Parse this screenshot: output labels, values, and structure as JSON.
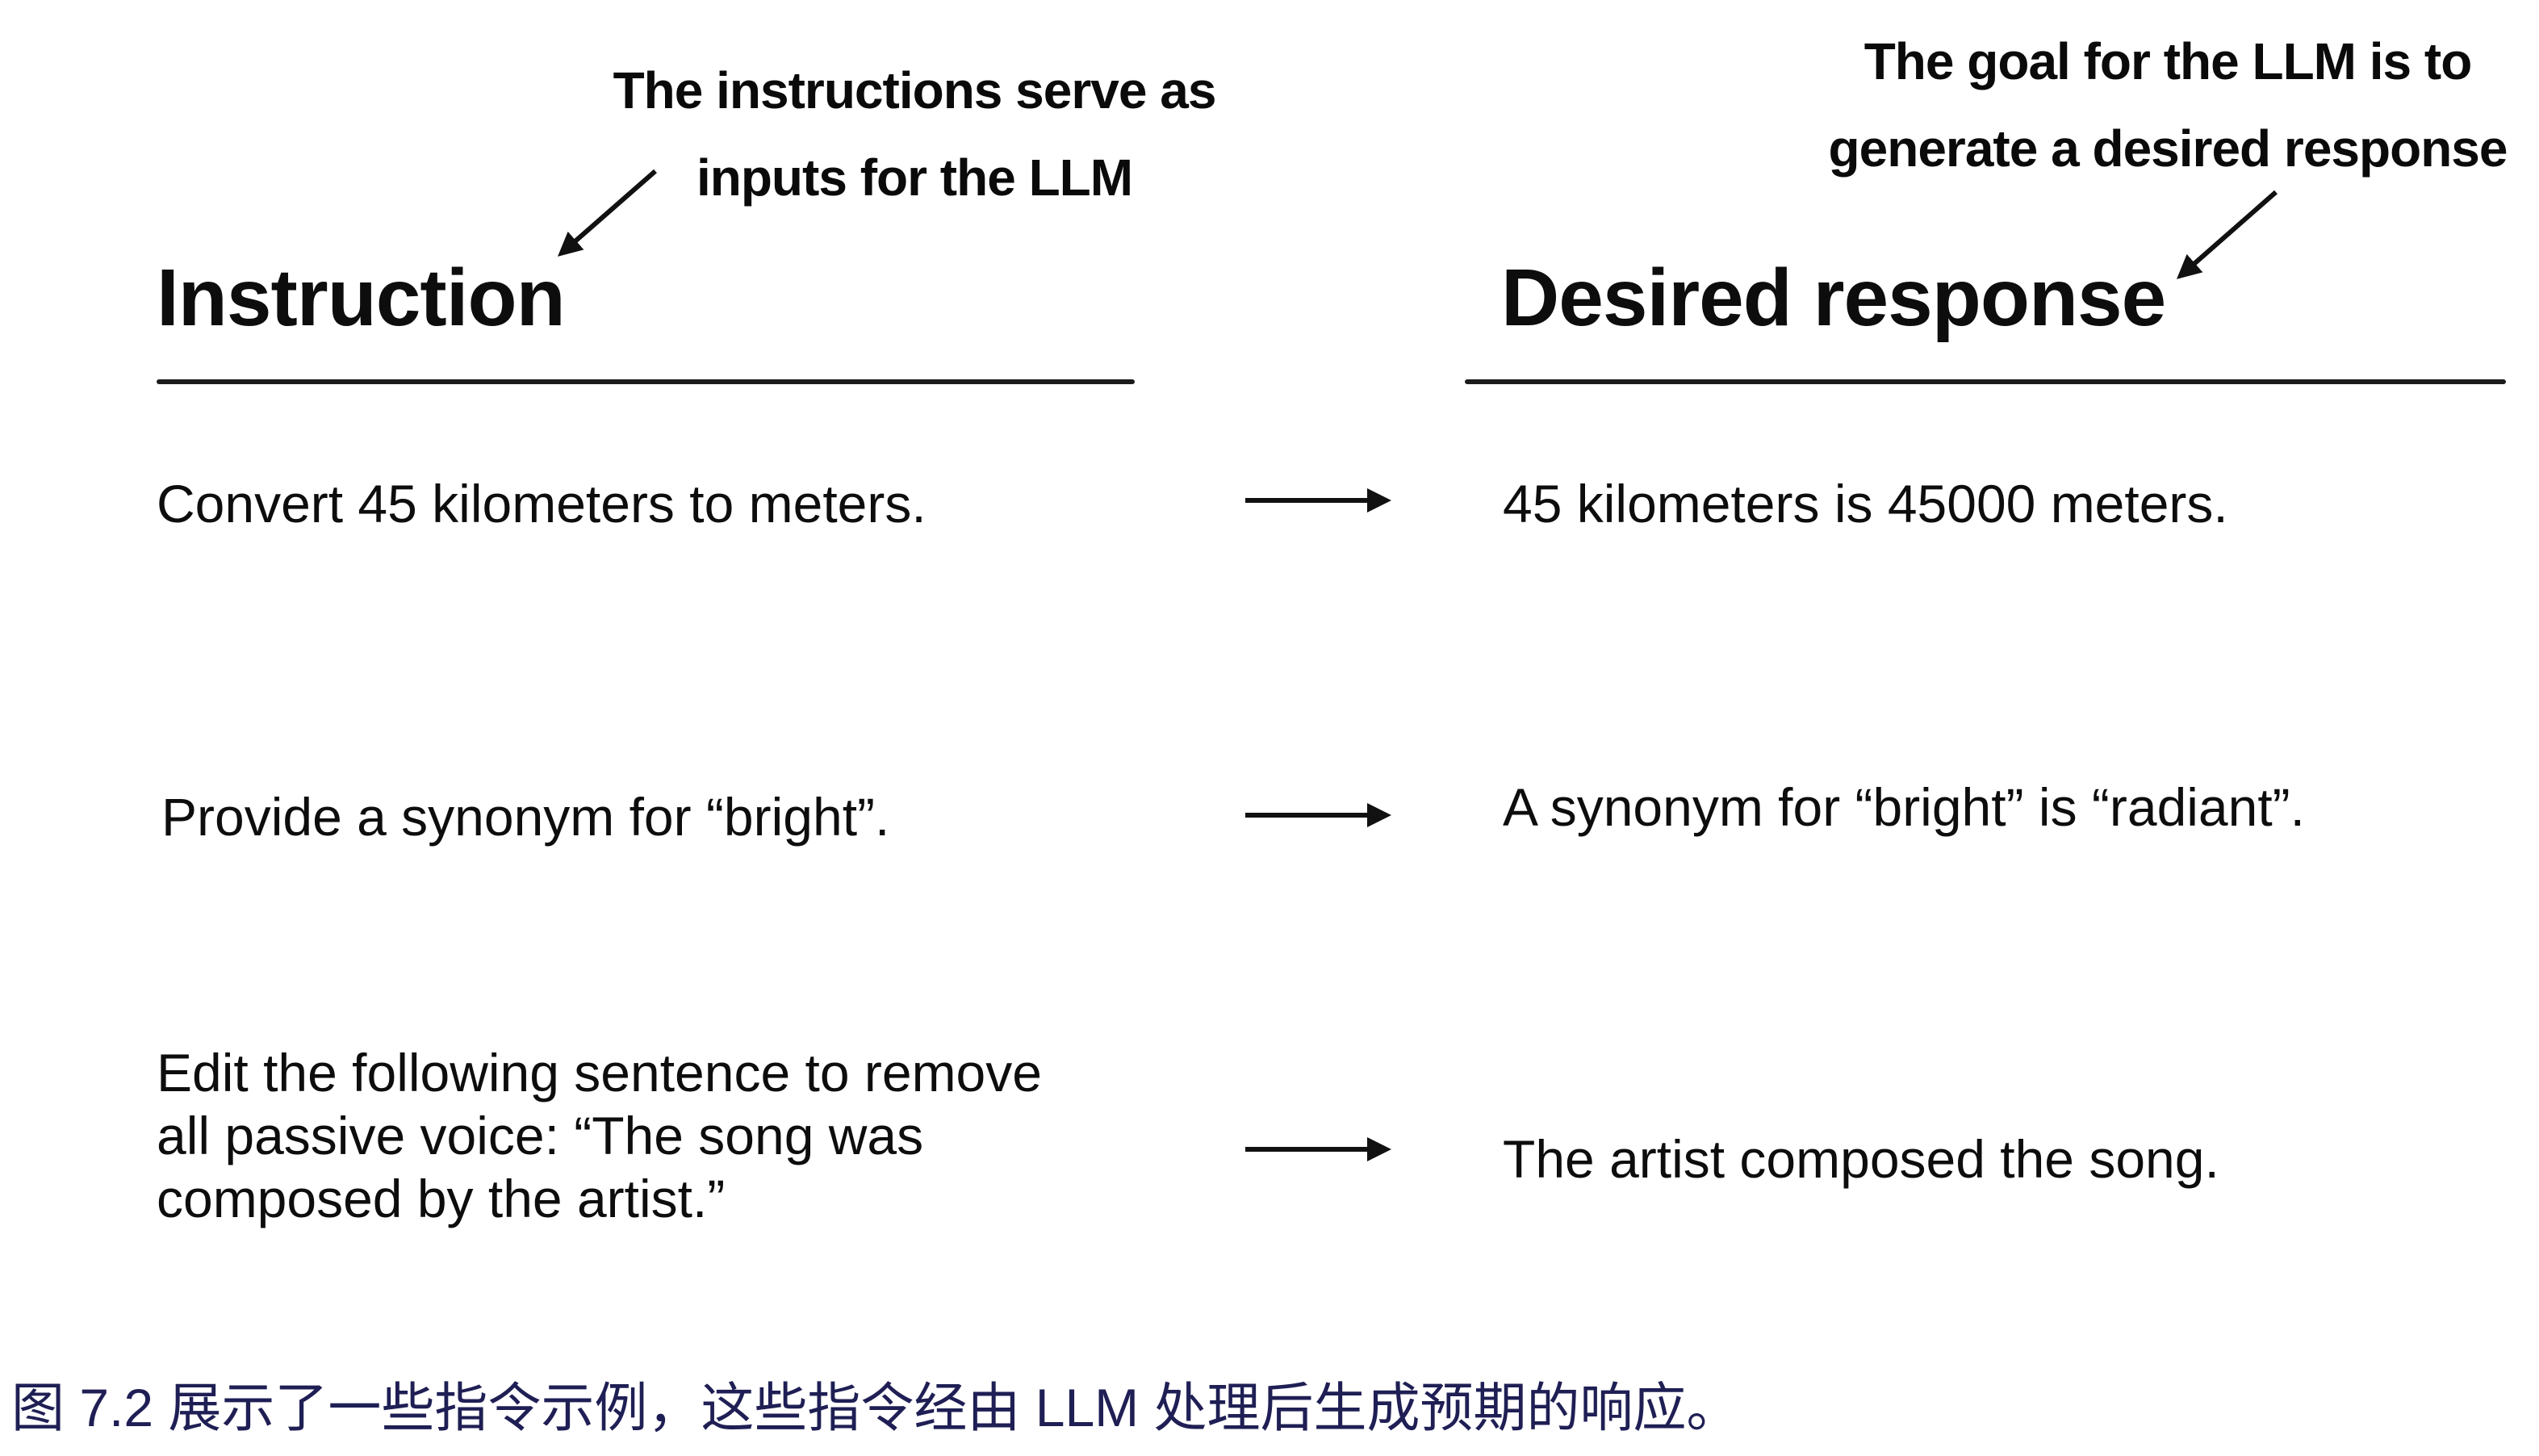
{
  "figure": {
    "annotations": {
      "left": {
        "line1": "The instructions serve as",
        "line2": "inputs for the LLM"
      },
      "right": {
        "line1": "The goal for the LLM is to",
        "line2": "generate a desired response"
      }
    },
    "columns": {
      "left_header": "Instruction",
      "right_header": "Desired response"
    },
    "rows": [
      {
        "instruction": "Convert 45 kilometers to meters.",
        "response": "45 kilometers is 45000 meters."
      },
      {
        "instruction": "Provide a synonym for “bright”.",
        "response": "A synonym for “bright” is “radiant”."
      },
      {
        "instruction": "Edit the following sentence to remove all passive voice: “The song was composed by the artist.”",
        "response": "The artist composed the song."
      }
    ],
    "colors": {
      "text": "#0d0d0d",
      "line": "#1c1c1c",
      "caption": "#1f1f55",
      "background": "#ffffff"
    }
  },
  "caption": {
    "text": "图 7.2 展示了一些指令示例，这些指令经由 LLM 处理后生成预期的响应。"
  }
}
